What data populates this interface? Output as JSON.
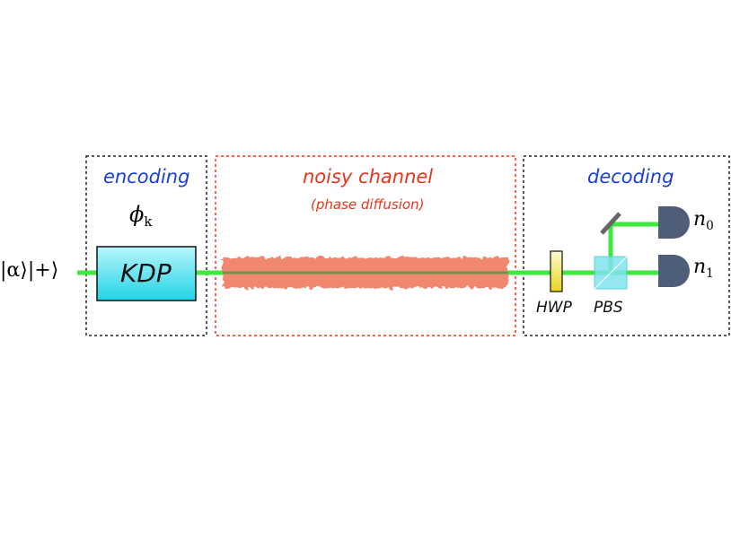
{
  "input_state": "|α⟩|+⟩",
  "sections": {
    "encoding": {
      "title": "encoding",
      "phase_symbol": "ϕ",
      "phase_subscript": "k",
      "component": "KDP"
    },
    "channel": {
      "title": "noisy channel",
      "subtitle": "(phase diffusion)"
    },
    "decoding": {
      "title": "decoding",
      "hwp_label": "HWP",
      "pbs_label": "PBS",
      "detector0_symbol": "n",
      "detector0_subscript": "0",
      "detector1_symbol": "n",
      "detector1_subscript": "1"
    }
  },
  "colors": {
    "beam": "#3ee83e",
    "blue_title": "#1a3fd6",
    "red_title": "#e8341c",
    "noise": "#f2876f",
    "kdp_fill": "#33d9e8",
    "hwp_fill": "#f0e23a",
    "pbs_fill": "#7fe3ee",
    "detector": "#4e5d78",
    "mirror": "#666666"
  }
}
